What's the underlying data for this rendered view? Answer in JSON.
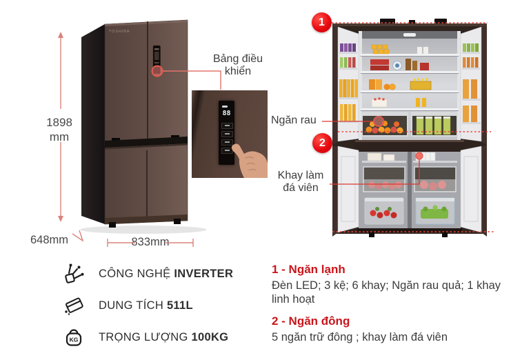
{
  "brand": "TOSHIBA",
  "colors": {
    "accent_red": "#e80a10",
    "title_red": "#c9151b",
    "callout_line": "#e2746b",
    "dotted_line": "#ef4135",
    "body_text": "#3c3c3c"
  },
  "dimensions": {
    "height_value": "1898",
    "height_unit": "mm",
    "depth": "648mm",
    "width": "833mm"
  },
  "callouts": {
    "control_panel_line1": "Bảng điều",
    "control_panel_line2": "khiển",
    "vegetable_drawer": "Ngăn rau",
    "ice_tray_line1": "Khay làm",
    "ice_tray_line2": "đá viên"
  },
  "control_display": "88",
  "badges": {
    "fridge": "1",
    "freezer": "2"
  },
  "features": {
    "kg_label": "KG",
    "items": [
      {
        "icon": "inverter-icon",
        "label": "CÔNG NGHỆ",
        "value": "INVERTER"
      },
      {
        "icon": "capacity-icon",
        "label": "DUNG TÍCH",
        "value": "511L"
      },
      {
        "icon": "weight-icon",
        "label": "TRỌNG LƯỢNG",
        "value": "100KG"
      }
    ]
  },
  "sections": [
    {
      "title": "1 - Ngăn lạnh",
      "desc": "Đèn LED; 3 kệ; 6 khay; Ngăn rau quả; 1 khay linh hoạt"
    },
    {
      "title": "2 - Ngăn đông",
      "desc": "5 ngăn trữ đông ; khay làm đá viên"
    }
  ]
}
